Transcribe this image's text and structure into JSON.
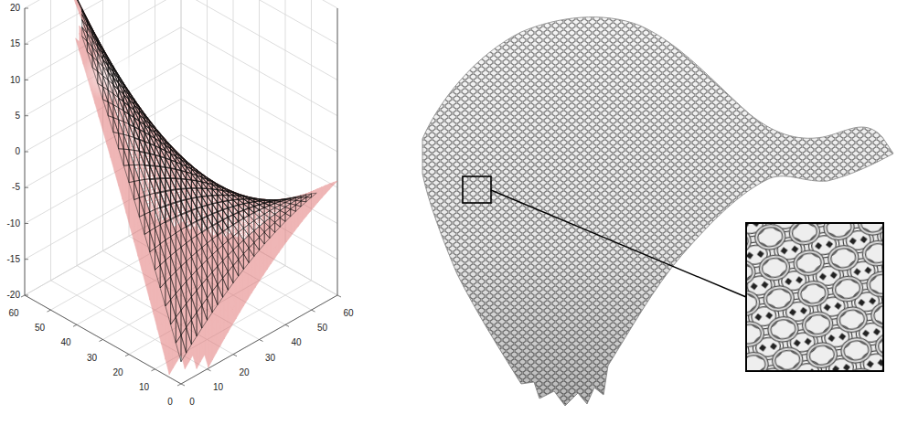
{
  "diagram": {
    "labels": [
      "20",
      "15",
      "10",
      "5",
      "0",
      "-5",
      "-10",
      "-15",
      "-20",
      "60",
      "50",
      "40",
      "30",
      "20",
      "10",
      "0",
      "0",
      "10",
      "20",
      "30",
      "40",
      "50",
      "60"
    ]
  }
}
